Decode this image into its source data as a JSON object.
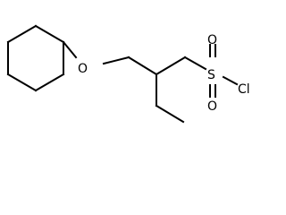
{
  "molecule": {
    "atoms": {
      "oxygen_ether": "O",
      "sulfur": "S",
      "oxygen_top": "O",
      "oxygen_bottom": "O",
      "chlorine": "Cl"
    }
  }
}
